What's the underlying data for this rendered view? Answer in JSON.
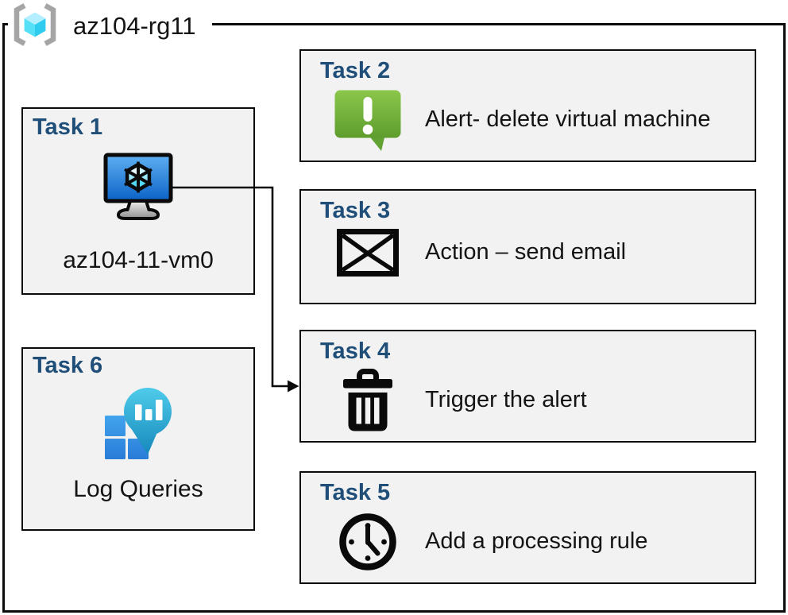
{
  "resource_group": {
    "name": "az104-rg11",
    "icon": "resource-group-icon"
  },
  "tasks": [
    {
      "heading": "Task 1",
      "label": "az104-11-vm0",
      "icon": "virtual-machine-icon"
    },
    {
      "heading": "Task 2",
      "label": "Alert- delete virtual machine",
      "icon": "alert-message-icon"
    },
    {
      "heading": "Task 3",
      "label": "Action – send email",
      "icon": "email-envelope-icon"
    },
    {
      "heading": "Task 4",
      "label": "Trigger the alert",
      "icon": "trash-delete-icon"
    },
    {
      "heading": "Task 5",
      "label": "Add a processing rule",
      "icon": "clock-schedule-icon"
    },
    {
      "heading": "Task 6",
      "label": "Log Queries",
      "icon": "log-analytics-icon"
    }
  ],
  "connector": {
    "from": "task-1-virtual-machine",
    "to": "task-4"
  },
  "colors": {
    "heading_blue": "#1F4E79",
    "box_fill": "#F2F2F2",
    "border_black": "#0b0b0b",
    "alert_green_top": "#8BC74B",
    "alert_green_bottom": "#5E9D2E",
    "vm_screen_top": "#5FB0F2",
    "vm_screen_bottom": "#0B62C6",
    "log_balloon_top": "#4FCBEA",
    "log_balloon_bottom": "#1689BC",
    "log_square_top": "#41A4ED",
    "log_square_bottom": "#2A7CD7",
    "rg_cube_top": "#B3EFFF",
    "rg_cube_left": "#55E0F7",
    "rg_cube_right": "#2FCCEF",
    "bracket_gray": "#A5A5A5"
  }
}
